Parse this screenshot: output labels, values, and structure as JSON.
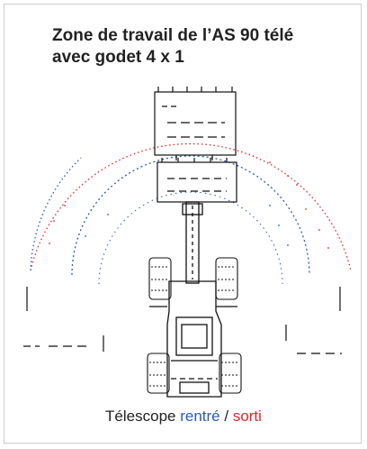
{
  "title": {
    "line1": "Zone de travail de l’AS 90 télé",
    "line2": "avec godet 4 x 1"
  },
  "caption": {
    "prefix": "Télescope ",
    "retracted_label": "rentré",
    "separator": " / ",
    "extended_label": "sorti"
  },
  "colors": {
    "retracted": "#2a5db0",
    "extended": "#e8232a",
    "machine": "#111111",
    "text": "#222222"
  }
}
